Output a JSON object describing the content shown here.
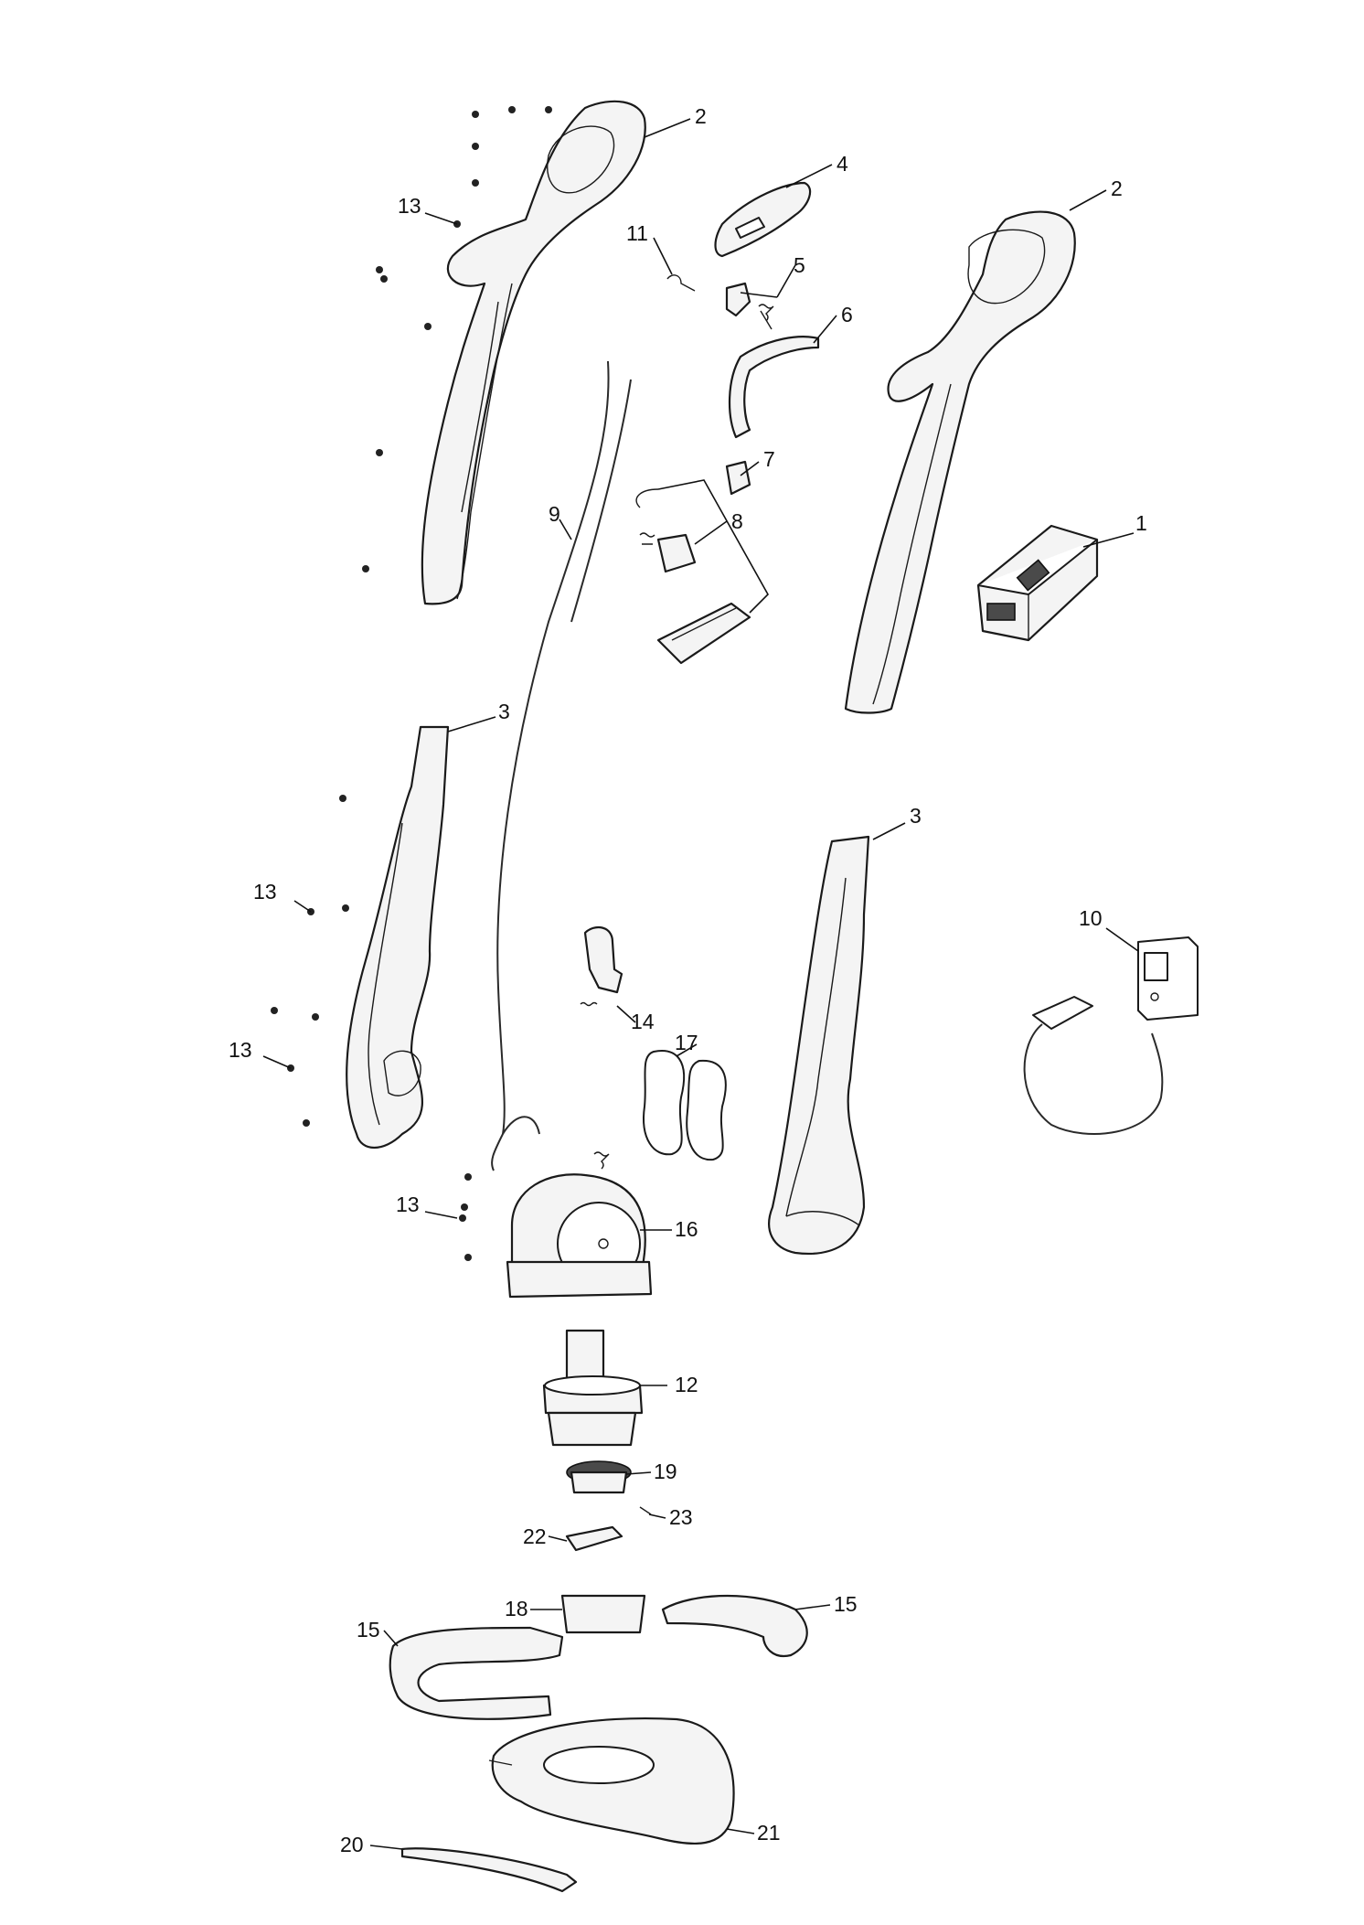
{
  "diagram": {
    "callouts": {
      "c1": "1",
      "c2a": "2",
      "c2b": "2",
      "c3a": "3",
      "c3b": "3",
      "c4": "4",
      "c5": "5",
      "c6": "6",
      "c7": "7",
      "c8": "8",
      "c9": "9",
      "c10": "10",
      "c11": "11",
      "c12": "12",
      "c13a": "13",
      "c13b": "13",
      "c13c": "13",
      "c13d": "13",
      "c14": "14",
      "c15a": "15",
      "c15b": "15",
      "c16": "16",
      "c17": "17",
      "c18": "18",
      "c19": "19",
      "c20": "20",
      "c21": "21",
      "c22": "22",
      "c23": "23"
    }
  }
}
